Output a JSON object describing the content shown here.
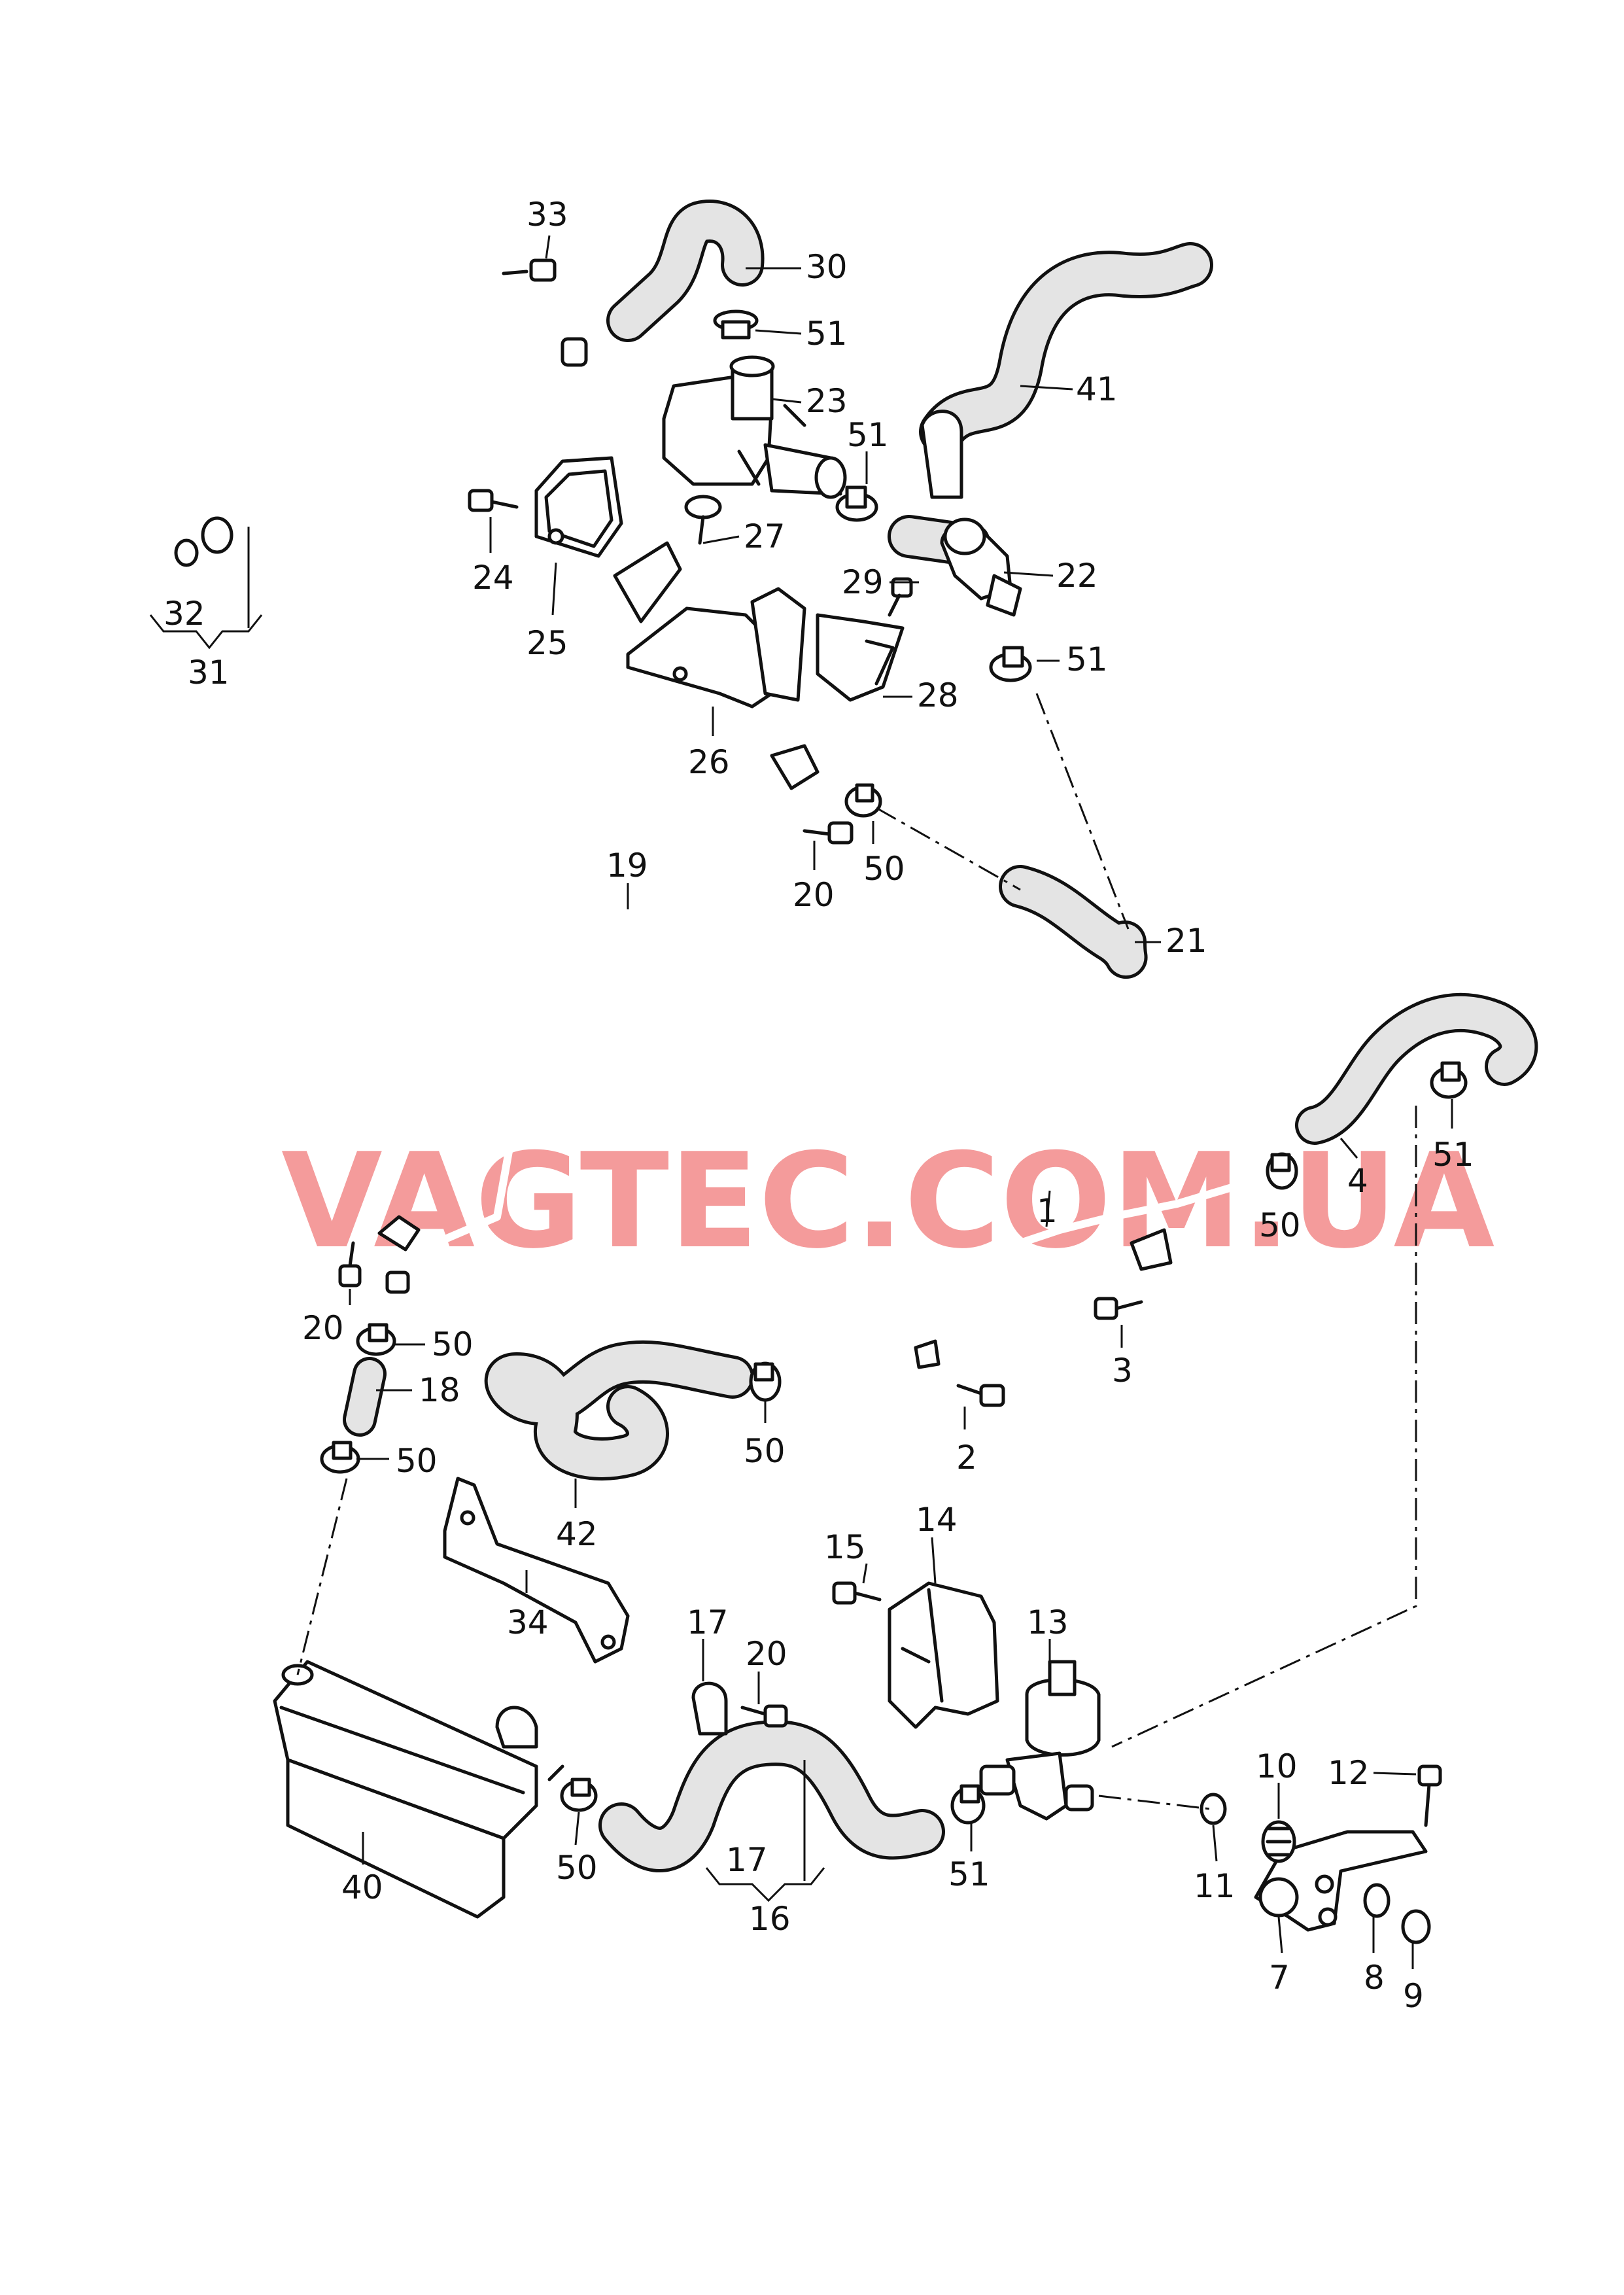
{
  "diagram": {
    "watermark": "VAGTEC.COM.UA",
    "colors": {
      "line": "#111111",
      "hose_fill": "#e4e4e4",
      "watermark": "#f07a7a"
    },
    "callouts": {
      "c33": "33",
      "c30": "30",
      "c51a": "51",
      "c23": "23",
      "c41": "41",
      "c51b": "51",
      "c27": "27",
      "c24": "24",
      "c29": "29",
      "c22": "22",
      "c32": "32",
      "c25": "25",
      "c51c": "51",
      "c31": "31",
      "c28": "28",
      "c26": "26",
      "c19": "19",
      "c20a": "20",
      "c50a": "50",
      "c21": "21",
      "c51d": "51",
      "c1": "1",
      "c4": "4",
      "c50b": "50",
      "c3": "3",
      "c20b": "20",
      "c50c": "50",
      "c18": "18",
      "c50d": "50",
      "c2": "2",
      "c50e": "50",
      "c42": "42",
      "c14": "14",
      "c15": "15",
      "c13": "13",
      "c34": "34",
      "c17a": "17",
      "c20c": "20",
      "c10": "10",
      "c12": "12",
      "c40": "40",
      "c50f": "50",
      "c17b": "17",
      "c51e": "51",
      "c11": "11",
      "c16": "16",
      "c7": "7",
      "c8": "8",
      "c9": "9"
    }
  }
}
